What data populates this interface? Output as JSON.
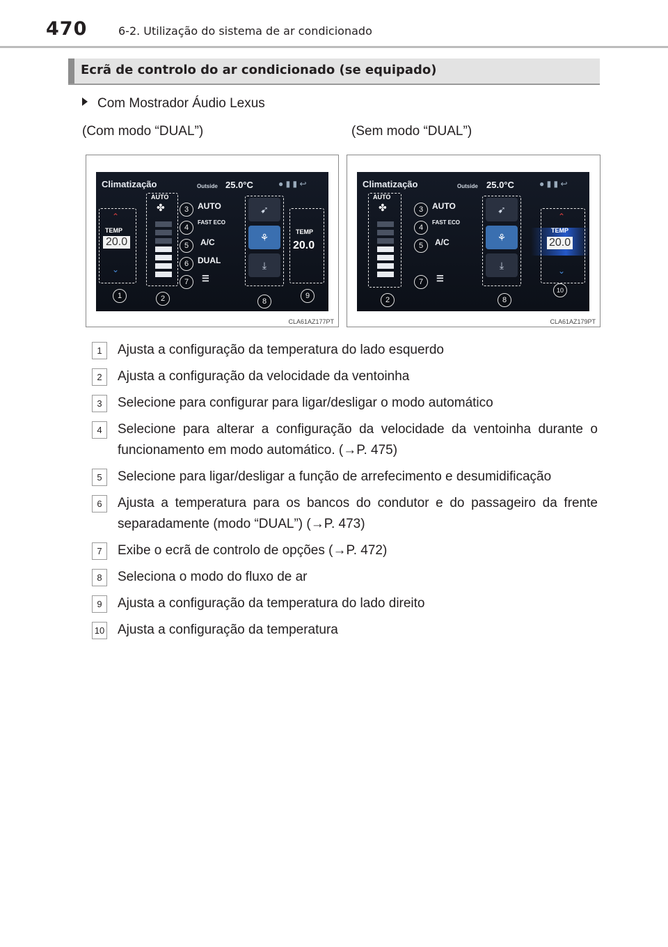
{
  "header": {
    "page_number": "470",
    "chapter": "6-2. Utilização do sistema de ar condicionado"
  },
  "section": {
    "title": "Ecrã de controlo do ar condicionado (se equipado)"
  },
  "bullet": "Com Mostrador Áudio Lexus",
  "columns": {
    "left": "(Com modo “DUAL”)",
    "right": "(Sem modo “DUAL”)"
  },
  "screens": {
    "left": {
      "title": "Climatização",
      "outside_label": "Outside",
      "outside_temp": "25.0°C",
      "temp_label": "TEMP",
      "left_temp": "20.0",
      "right_temp": "20.0",
      "auto_label": "AUTO",
      "fast_eco_label": "FAST ECO",
      "ac_label": "A/C",
      "dual_label": "DUAL",
      "callouts": [
        "1",
        "2",
        "3",
        "4",
        "5",
        "6",
        "7",
        "8",
        "9"
      ],
      "caption": "CLA61AZ177PT"
    },
    "right": {
      "title": "Climatização",
      "outside_label": "Outside",
      "outside_temp": "25.0°C",
      "temp_label": "TEMP",
      "temp": "20.0",
      "auto_label": "AUTO",
      "fast_eco_label": "FAST ECO",
      "ac_label": "A/C",
      "callouts": [
        "2",
        "3",
        "4",
        "5",
        "7",
        "8",
        "10"
      ],
      "caption": "CLA61AZ179PT"
    }
  },
  "items": [
    {
      "num": "1",
      "text": "Ajusta a configuração da temperatura do lado esquerdo"
    },
    {
      "num": "2",
      "text": "Ajusta a configuração da velocidade da ventoinha"
    },
    {
      "num": "3",
      "text": "Selecione para configurar para ligar/desligar o modo automático"
    },
    {
      "num": "4",
      "text": "Selecione para alterar a configuração da velocidade da ventoinha durante o funcionamento em modo automático. (→P. 475)"
    },
    {
      "num": "5",
      "text": "Selecione para ligar/desligar a função de arrefecimento e desumidificação"
    },
    {
      "num": "6",
      "text": "Ajusta a temperatura para os bancos do condutor e do passageiro da frente separadamente (modo “DUAL”) (→P. 473)"
    },
    {
      "num": "7",
      "text": "Exibe o ecrã de controlo de opções (→P. 472)"
    },
    {
      "num": "8",
      "text": "Seleciona o modo do fluxo de ar"
    },
    {
      "num": "9",
      "text": "Ajusta a configuração da temperatura do lado direito"
    },
    {
      "num": "10",
      "text": "Ajusta a configuração da temperatura"
    }
  ]
}
